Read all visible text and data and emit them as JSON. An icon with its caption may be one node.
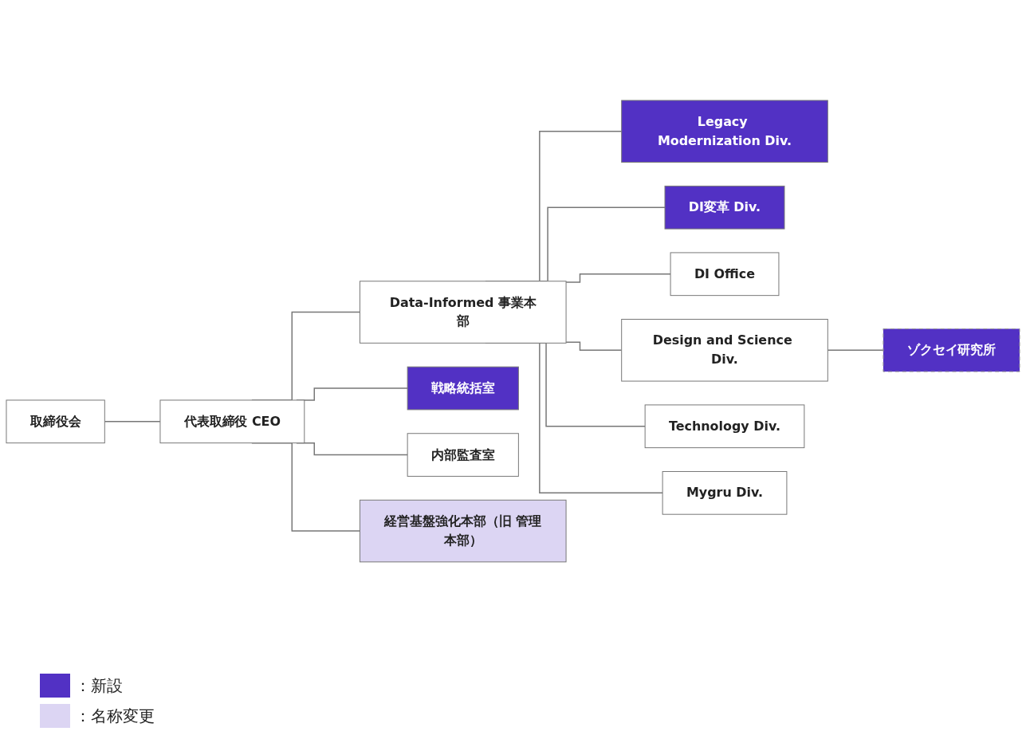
{
  "diagram": {
    "nodes": [
      {
        "text": [
          "取締役会"
        ]
      },
      {
        "text": [
          "代表取締役 CEO"
        ]
      },
      {
        "text": [
          "Data-Informed 事業本部"
        ]
      },
      {
        "text": [
          "Legacy Modernization Div."
        ]
      },
      {
        "text": [
          "戦略統括室"
        ]
      },
      {
        "text": [
          "DI変革 Div."
        ]
      },
      {
        "text": [
          "DI Office"
        ]
      },
      {
        "text": [
          "内部監査室"
        ]
      },
      {
        "text": [
          "Design and Science Div."
        ]
      },
      {
        "text": [
          "ゾクセイ研究所"
        ]
      },
      {
        "text": [
          "Technology Div."
        ]
      },
      {
        "text": [
          "Mygru Div."
        ]
      },
      {
        "text": [
          "経営基盤強化本部（旧 管理本部）"
        ]
      }
    ],
    "edges": [
      {
        "from": 0,
        "to": 1,
        "arrow": "none"
      },
      {
        "from": 1,
        "to": 2,
        "arrow": "none"
      },
      {
        "from": 1,
        "to": 4,
        "arrow": "none"
      },
      {
        "from": 1,
        "to": 7,
        "arrow": "none"
      },
      {
        "from": 1,
        "to": 12,
        "arrow": "none"
      },
      {
        "from": 2,
        "to": 3,
        "arrow": "none"
      },
      {
        "from": 2,
        "to": 5,
        "arrow": "none"
      },
      {
        "from": 2,
        "to": 6,
        "arrow": "none"
      },
      {
        "from": 2,
        "to": 8,
        "arrow": "none"
      },
      {
        "from": 2,
        "to": 10,
        "arrow": "none"
      },
      {
        "from": 2,
        "to": 11,
        "arrow": "none"
      },
      {
        "from": 8,
        "to": 9,
        "arrow": "none"
      }
    ],
    "legend": [
      {
        "text": "：新設",
        "color": "#5231c4"
      },
      {
        "text": "：名称変更",
        "color": "#dcd5f3"
      }
    ]
  }
}
